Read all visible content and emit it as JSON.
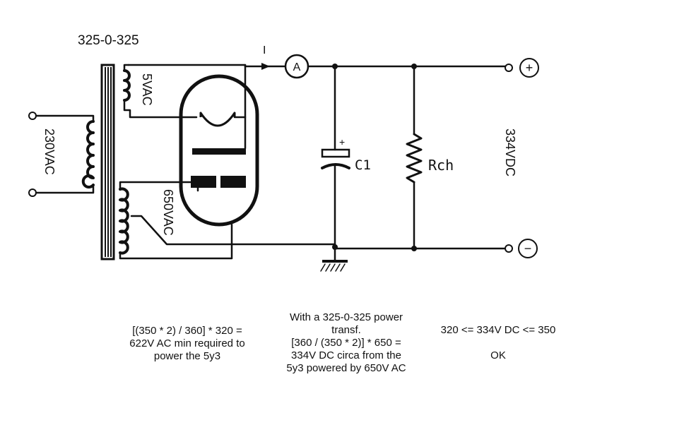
{
  "diagram": {
    "transformer_rating": "325-0-325",
    "primary_voltage": "230VAC",
    "filament_winding": "5VAC",
    "secondary_winding": "650VAC",
    "current_marker": "I",
    "ammeter_symbol": "A",
    "capacitor_label": "C1",
    "capacitor_polarity": "+",
    "load_label": "Rch",
    "output_voltage": "334VDC",
    "terminal_positive": "+",
    "terminal_negative": "−"
  },
  "notes": {
    "left": [
      "[(350 * 2) / 360] * 320 =",
      "622V AC min required to",
      "power the 5y3"
    ],
    "middle": [
      "With a 325-0-325 power",
      "transf.",
      "[360 / (350 * 2)] * 650 =",
      "334V DC circa from the",
      "5y3 powered by 650V AC"
    ],
    "right_range": "320 <= 334V DC <= 350",
    "right_result": "OK"
  }
}
